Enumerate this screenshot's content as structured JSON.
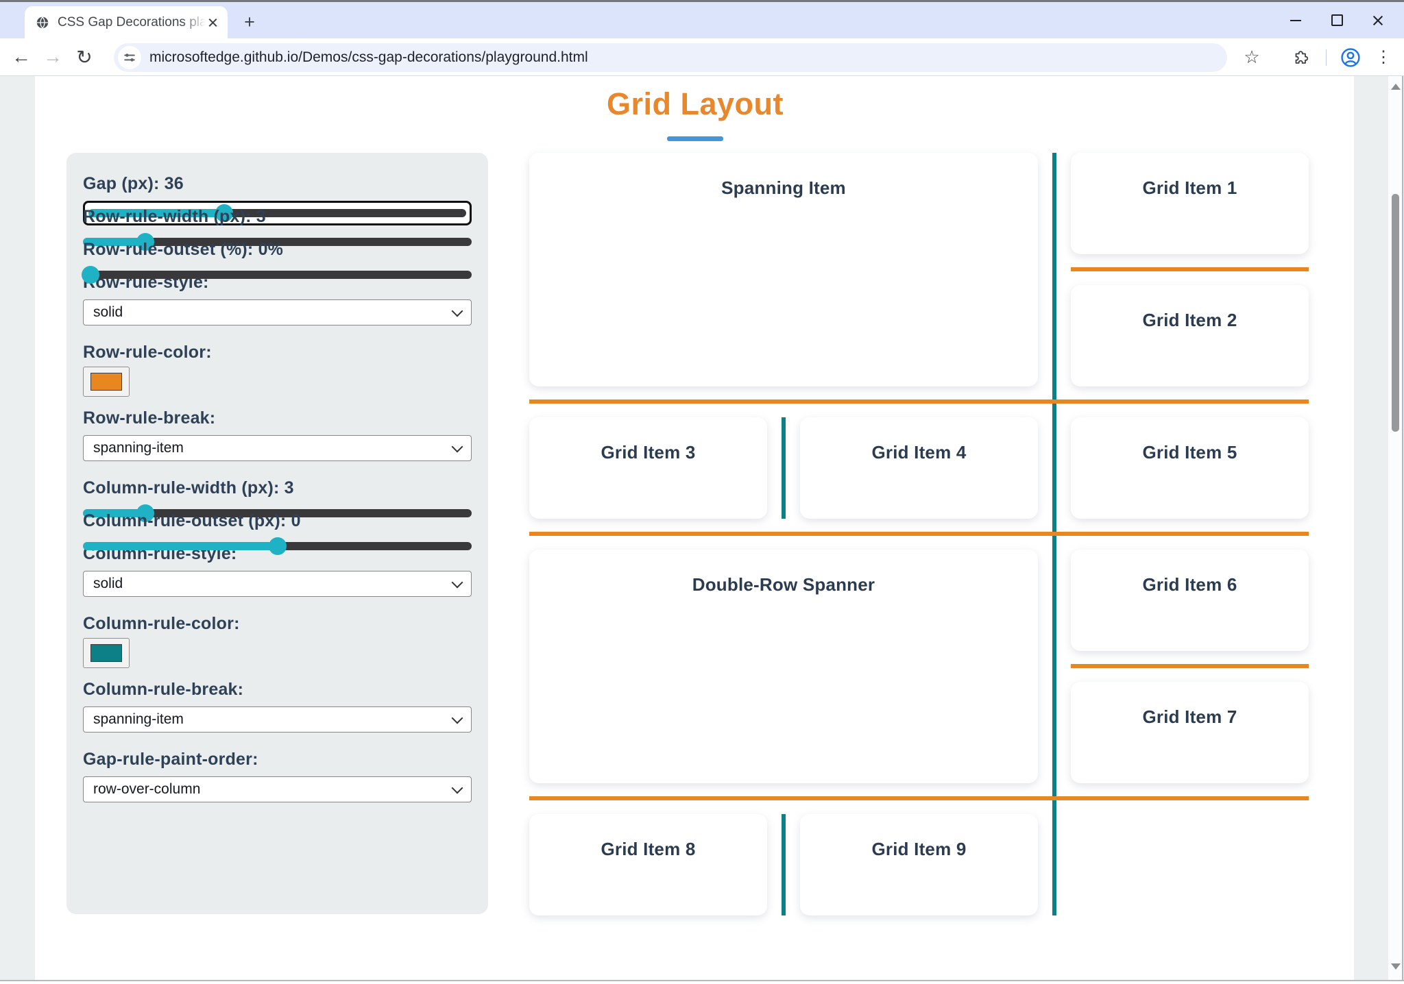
{
  "window": {
    "controls": [
      "minimize",
      "maximize",
      "close"
    ]
  },
  "browser": {
    "tab": {
      "title": "CSS Gap Decorations playground",
      "new_tab_label": "+"
    },
    "toolbar": {
      "url": "microsoftedge.github.io/Demos/css-gap-decorations/playground.html",
      "star_icon": "☆",
      "menu_icon": "⋮",
      "back_icon": "←",
      "forward_icon": "→",
      "reload_icon": "↻"
    }
  },
  "colors": {
    "title_orange": "#E8872C",
    "underline_blue": "#4596D3",
    "row_rule_orange": "#E8861F",
    "column_rule_teal": "#0D7F86",
    "slider_teal": "#1FB2C4",
    "slider_track_dark": "#39393C"
  },
  "page": {
    "title": "Grid Layout"
  },
  "panel": {
    "controls": [
      {
        "id": "gap",
        "type": "slider",
        "label": "Gap (px): 36",
        "percent": 36,
        "focused": true
      },
      {
        "id": "row-rule-width",
        "type": "slider",
        "label": "Row-rule-width (px): 3",
        "percent": 16
      },
      {
        "id": "row-rule-outset",
        "type": "slider",
        "label": "Row-rule-outset (%): 0%",
        "percent": 2
      },
      {
        "id": "row-rule-style",
        "type": "select",
        "label": "Row-rule-style:",
        "value": "solid"
      },
      {
        "id": "row-rule-color",
        "type": "color",
        "label": "Row-rule-color:",
        "value": "#E8861F"
      },
      {
        "id": "row-rule-break",
        "type": "select",
        "label": "Row-rule-break:",
        "value": "spanning-item"
      },
      {
        "id": "column-rule-width",
        "type": "slider",
        "label": "Column-rule-width (px): 3",
        "percent": 16
      },
      {
        "id": "column-rule-outset",
        "type": "slider",
        "label": "Column-rule-outset (px): 0",
        "percent": 50
      },
      {
        "id": "column-rule-style",
        "type": "select",
        "label": "Column-rule-style:",
        "value": "solid"
      },
      {
        "id": "column-rule-color",
        "type": "color",
        "label": "Column-rule-color:",
        "value": "#0D7F86"
      },
      {
        "id": "column-rule-break",
        "type": "select",
        "label": "Column-rule-break:",
        "value": "spanning-item"
      },
      {
        "id": "gap-rule-paint-order",
        "type": "select",
        "label": "Gap-rule-paint-order:",
        "value": "row-over-column"
      }
    ]
  },
  "grid": {
    "items": [
      {
        "label": "Spanning Item",
        "col": 1,
        "row": 1,
        "colspan": 2,
        "rowspan": 2
      },
      {
        "label": "Grid Item 1",
        "col": 3,
        "row": 1
      },
      {
        "label": "Grid Item 2",
        "col": 3,
        "row": 2
      },
      {
        "label": "Grid Item 3",
        "col": 1,
        "row": 3
      },
      {
        "label": "Grid Item 4",
        "col": 2,
        "row": 3
      },
      {
        "label": "Grid Item 5",
        "col": 3,
        "row": 3
      },
      {
        "label": "Double-Row Spanner",
        "col": 1,
        "row": 4,
        "colspan": 2,
        "rowspan": 2
      },
      {
        "label": "Grid Item 6",
        "col": 3,
        "row": 4
      },
      {
        "label": "Grid Item 7",
        "col": 3,
        "row": 5
      },
      {
        "label": "Grid Item 8",
        "col": 1,
        "row": 6
      },
      {
        "label": "Grid Item 9",
        "col": 2,
        "row": 6
      }
    ]
  }
}
